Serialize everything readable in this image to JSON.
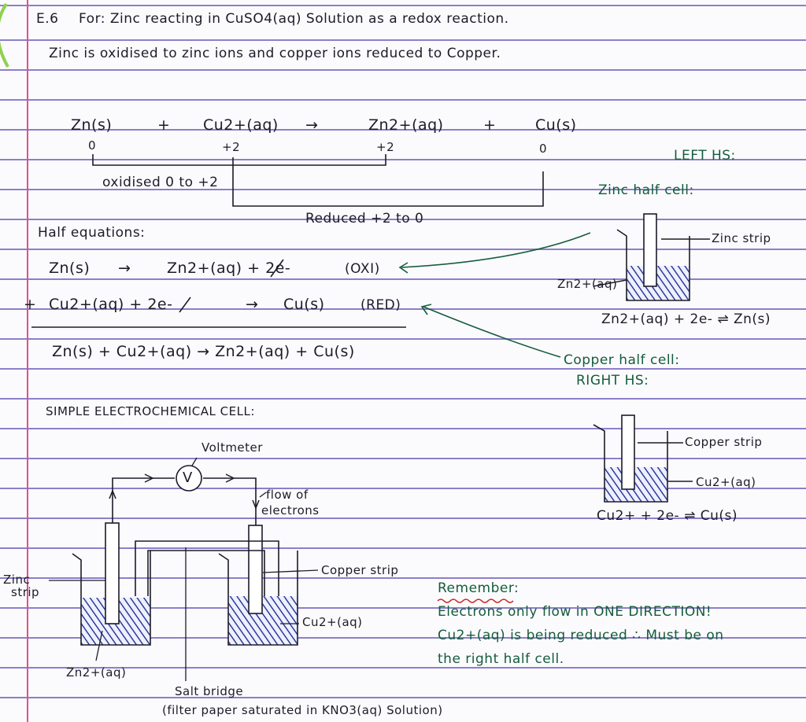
{
  "header": {
    "example": "E.6",
    "title": "For: Zinc reacting in CuSO4(aq) Solution as a redox reaction.",
    "subtitle": "Zinc is oxidised to zinc ions and copper ions reduced to Copper."
  },
  "overall_equation": {
    "zn": "Zn(s)",
    "plus1": "+",
    "cu2": "Cu2+(aq)",
    "arrow": "→",
    "zn2": "Zn2+(aq)",
    "plus2": "+",
    "cu": "Cu(s)",
    "ox_zn": "0",
    "ox_cu2": "+2",
    "ox_zn2": "+2",
    "ox_cu": "0",
    "oxidised_note": "oxidised 0 to +2",
    "reduced_note": "Reduced +2 to 0"
  },
  "half_equations": {
    "heading": "Half equations:",
    "line1": {
      "left": "Zn(s)",
      "arrow": "→",
      "right": "Zn2+(aq) + 2e-",
      "tag": "(OXI)"
    },
    "line2": {
      "plus": "+",
      "left": "Cu2+(aq) + 2e-",
      "arrow": "→",
      "right": "Cu(s)",
      "tag": "(RED)"
    },
    "sum": "Zn(s) + Cu2+(aq) → Zn2+(aq) + Cu(s)"
  },
  "left_hs": {
    "title": "LEFT HS:",
    "subtitle": "Zinc half cell:",
    "strip_label": "Zinc strip",
    "ion_label": "Zn2+(aq)",
    "equation": "Zn2+(aq) + 2e- ⇌ Zn(s)"
  },
  "right_hs": {
    "title": "Copper half cell:",
    "subtitle": "RIGHT HS:",
    "strip_label": "Copper strip",
    "ion_label": "Cu2+(aq)",
    "equation": "Cu2+ + 2e- ⇌ Cu(s)"
  },
  "cell": {
    "heading": "SIMPLE ELECTROCHEMICAL CELL:",
    "voltmeter_label": "Voltmeter",
    "voltmeter_symbol": "V",
    "flow_label": "flow of",
    "flow_label2": "electrons",
    "zinc_strip": "Zinc",
    "zinc_strip2": "strip",
    "copper_strip": "Copper strip",
    "cu_ion": "Cu2+(aq)",
    "zn_ion": "Zn2+(aq)",
    "salt_bridge": "Salt bridge",
    "salt_bridge_note": "(filter paper saturated in KNO3(aq) Solution)"
  },
  "remember": {
    "title": "Remember:",
    "line1": "Electrons only flow in ONE DIRECTION!",
    "line2": "Cu2+(aq) is being reduced ∴ Must be on",
    "line3": "the right half cell."
  },
  "colors": {
    "ink": "#1c1c2a",
    "green_ink": "#155c3c",
    "blue_ink": "#2a3a8f",
    "ruled_line": "#8c7fc9",
    "margin_line": "#e0508f",
    "solution_hatch": "#2d3a9a",
    "squiggle": "#d02020"
  }
}
